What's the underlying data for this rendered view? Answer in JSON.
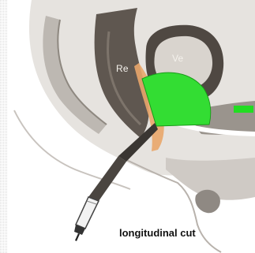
{
  "labels": {
    "rectum": "Re",
    "bladder": "Ve",
    "caption": "longitudinal cut"
  },
  "colors": {
    "scan_sector": "#33dd33",
    "marker": "#22dd22",
    "tissue_dark": "#5f5750",
    "tissue_light": "#d6d2cd",
    "background": "#ffffff"
  }
}
